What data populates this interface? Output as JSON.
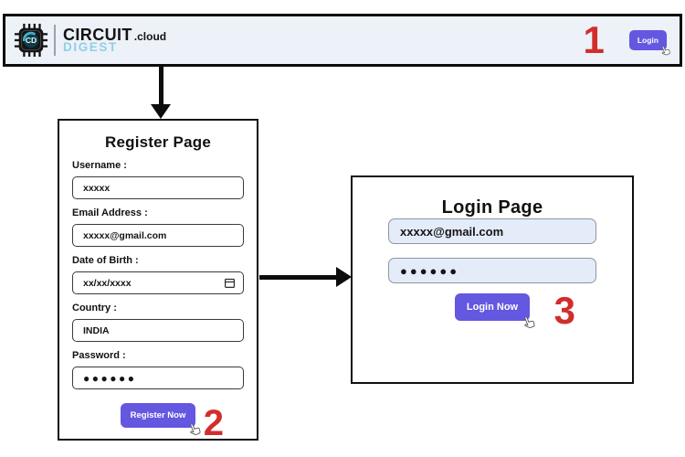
{
  "brand": {
    "chip": "CD",
    "circuit": "CIRCUIT",
    "digest": "DIGEST",
    "cloud": ".cloud"
  },
  "header": {
    "step": "1",
    "login_button": "Login"
  },
  "register": {
    "title": "Register Page",
    "step": "2",
    "fields": [
      {
        "label": "Username :",
        "value": "xxxxx"
      },
      {
        "label": "Email Address :",
        "value": "xxxxx@gmail.com"
      },
      {
        "label": "Date of Birth :",
        "value": "xx/xx/xxxx"
      },
      {
        "label": "Country :",
        "value": "INDIA"
      },
      {
        "label": "Password :",
        "value": "●●●●●●"
      }
    ],
    "button": "Register Now"
  },
  "login": {
    "title": "Login Page",
    "step": "3",
    "email_value": "xxxxx@gmail.com",
    "password_value": "●●●●●●",
    "button": "Login Now"
  },
  "colors": {
    "header_bg": "#edf1f8",
    "accent_purple": "#6457e0",
    "step_red": "#d22d2d",
    "digest_blue": "#8ed1e4",
    "login_input_bg": "#e4ecf9"
  }
}
